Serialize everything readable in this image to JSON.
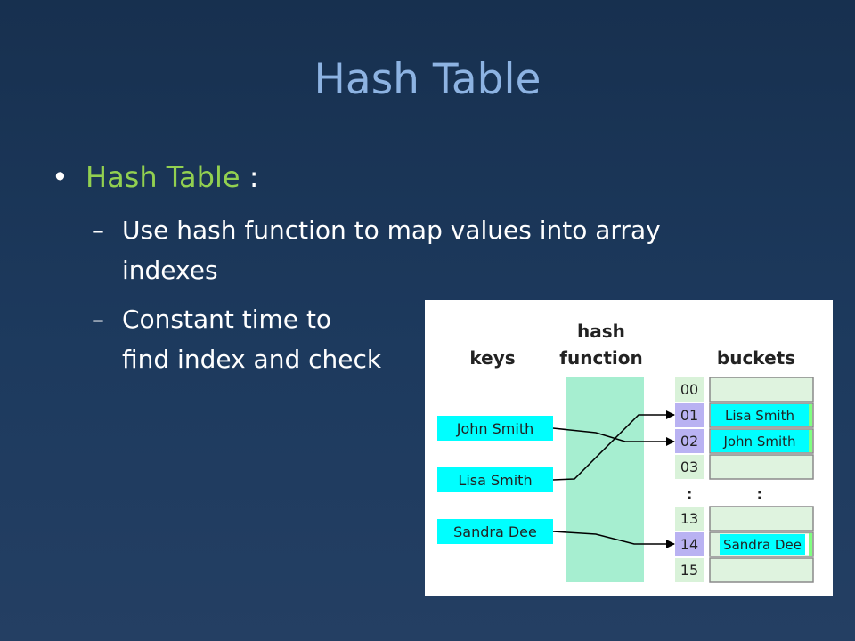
{
  "slide": {
    "title": "Hash Table",
    "bullet": {
      "term": "Hash Table",
      "suffix": " :"
    },
    "sub1": {
      "line1": "Use hash function to map values into array",
      "line2": "indexes"
    },
    "sub2": {
      "line1": "Constant time to",
      "line2": "find index and check"
    }
  },
  "figure": {
    "col_keys": "keys",
    "col_hash_line1": "hash",
    "col_hash_line2": "function",
    "col_buckets": "buckets",
    "keys": [
      "John Smith",
      "Lisa Smith",
      "Sandra Dee"
    ],
    "indexes_top": [
      "00",
      "01",
      "02",
      "03"
    ],
    "indexes_bottom": [
      "13",
      "14",
      "15"
    ],
    "ellipsis": ":",
    "bucket_01": "Lisa Smith",
    "bucket_02": "John Smith",
    "bucket_14": "Sandra Dee",
    "colors": {
      "key_box": "#00ffff",
      "hash_band": "#a6eed0",
      "index_box": "#d9f2d9",
      "index_highlight": "#b9b2f2",
      "bucket_empty": "#dff3df",
      "bucket_filled": "#00ffff",
      "bucket_end": "#80ff80"
    }
  }
}
